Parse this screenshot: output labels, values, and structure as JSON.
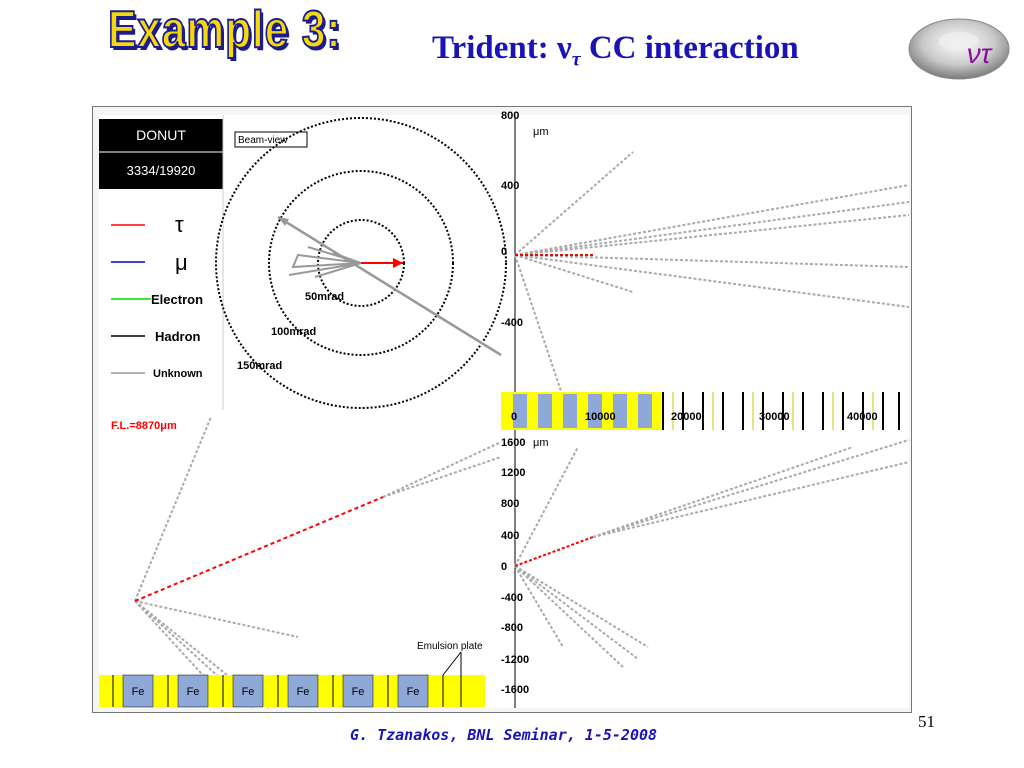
{
  "header": {
    "example_title": "Example 3:",
    "subtitle_prefix": "Trident: ν",
    "subtitle_sub": "τ",
    "subtitle_suffix": " CC interaction",
    "logo_symbol": "ντ"
  },
  "event_panel": {
    "experiment": "DONUT",
    "event_id": "3334/19920",
    "beam_view_label": "Beam-view",
    "legend": [
      {
        "symbol": "τ",
        "color": "#ff0000"
      },
      {
        "symbol": "μ",
        "color": "#0000cc"
      },
      {
        "label": "Electron",
        "color": "#00dd00"
      },
      {
        "label": "Hadron",
        "color": "#000000"
      },
      {
        "label": "Unknown",
        "color": "#999999"
      }
    ],
    "circle_labels": [
      "50mrad",
      "100mrad",
      "150mrad"
    ],
    "flight_length": "F.L.=8870μm"
  },
  "top_view": {
    "unit": "μm",
    "y_ticks": [
      "800",
      "400",
      "0",
      "-400"
    ],
    "x_ticks": [
      "0",
      "10000",
      "20000",
      "30000",
      "40000"
    ]
  },
  "side_view": {
    "unit": "μm",
    "y_ticks": [
      "1600",
      "1200",
      "800",
      "400",
      "0",
      "-400",
      "-800",
      "-1200",
      "-1600"
    ],
    "y_tick_values": [
      1600,
      1200,
      800,
      400,
      0,
      -400,
      -800,
      -1200,
      -1600
    ]
  },
  "detector": {
    "fe_label": "Fe",
    "fe_count": 6,
    "emulsion_label": "Emulsion plate"
  },
  "colors": {
    "title_yellow": "#f5d90a",
    "title_blue": "#1c1c8c",
    "text_blue": "#1a14b8",
    "tau_red": "#ff0000",
    "unknown_gray": "#999999",
    "fe_blue": "#8ea9d8",
    "emulsion_yellow": "#ffff00"
  },
  "footer": {
    "text": "G. Tzanakos, BNL Seminar, 1-5-2008",
    "page_number": "51"
  }
}
